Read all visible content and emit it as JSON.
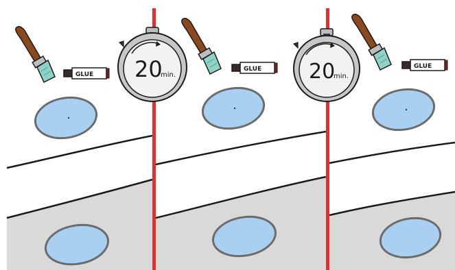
{
  "illustration": {
    "panels": [
      {
        "name": "panel-1",
        "brush_icon": "paintbrush-icon",
        "glue_icon": "glue-tube-icon"
      },
      {
        "name": "panel-2",
        "brush_icon": "paintbrush-icon",
        "glue_icon": "glue-tube-icon"
      },
      {
        "name": "panel-3",
        "brush_icon": "paintbrush-icon",
        "glue_icon": "glue-tube-icon"
      }
    ],
    "glue_label": "GLUE",
    "timer_label": "20",
    "timer_unit": "min.",
    "colors": {
      "divider": "#e03131",
      "patch_fill": "#a9d0f0",
      "patch_stroke": "#6b6b6b",
      "surface_fill": "#d9d9d9",
      "ink": "#1a1a1a",
      "brush_handle": "#8b4a1e",
      "brush_bristles": "#8fd3c7"
    }
  }
}
